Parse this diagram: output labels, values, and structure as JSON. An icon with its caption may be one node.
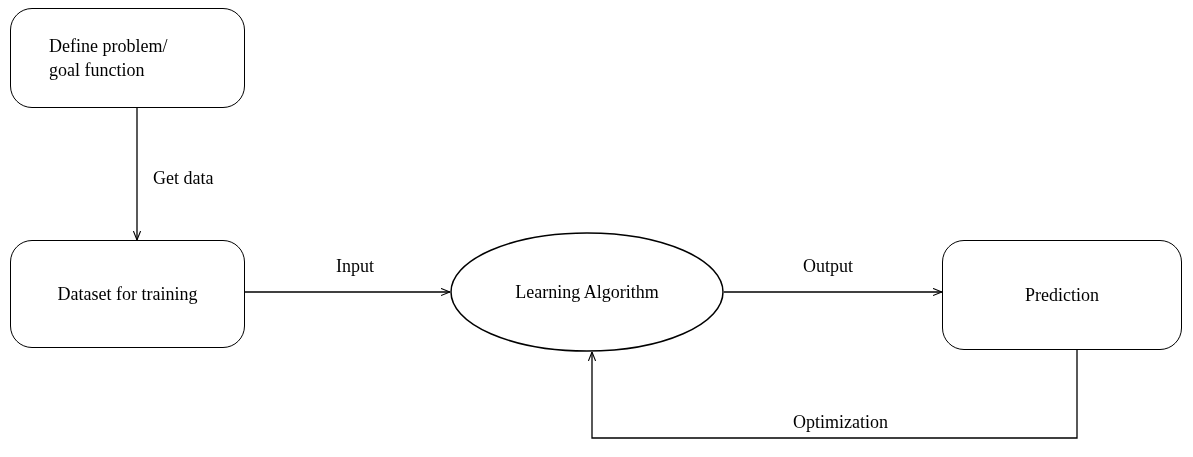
{
  "diagram": {
    "nodes": [
      {
        "text": [
          "Define problem/ goal function"
        ]
      },
      {
        "text": [
          "Dataset for training"
        ]
      },
      {
        "text": [
          "Learning Algorithm"
        ]
      },
      {
        "text": [
          "Prediction"
        ]
      }
    ],
    "edges": [
      {
        "from": 0,
        "to": 1,
        "arrow": "to",
        "label": "Get data"
      },
      {
        "from": 1,
        "to": 2,
        "arrow": "to",
        "label": "Input"
      },
      {
        "from": 2,
        "to": 3,
        "arrow": "to",
        "label": "Output"
      },
      {
        "from": 3,
        "to": 2,
        "arrow": "to",
        "label": "Optimization"
      }
    ]
  }
}
